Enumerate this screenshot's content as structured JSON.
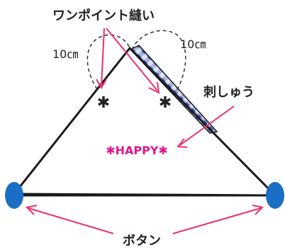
{
  "labels": {
    "one_point_stitch": "ワンポイント縫い",
    "left_length": "10㎝",
    "right_length": "10㎝",
    "embroidery": "刺しゅう",
    "happy": "✱HAPPY✱",
    "button": "ボタン",
    "stitch_left": "✱",
    "stitch_right": "✱"
  },
  "colors": {
    "outline": "#1a1a1a",
    "arrow": "#e8306e",
    "happy_text": "#e0188c",
    "button": "#1a6fc4",
    "dashed": "#333333",
    "check_dark": "#3b4fa8",
    "check_light": "#aab4e0"
  }
}
